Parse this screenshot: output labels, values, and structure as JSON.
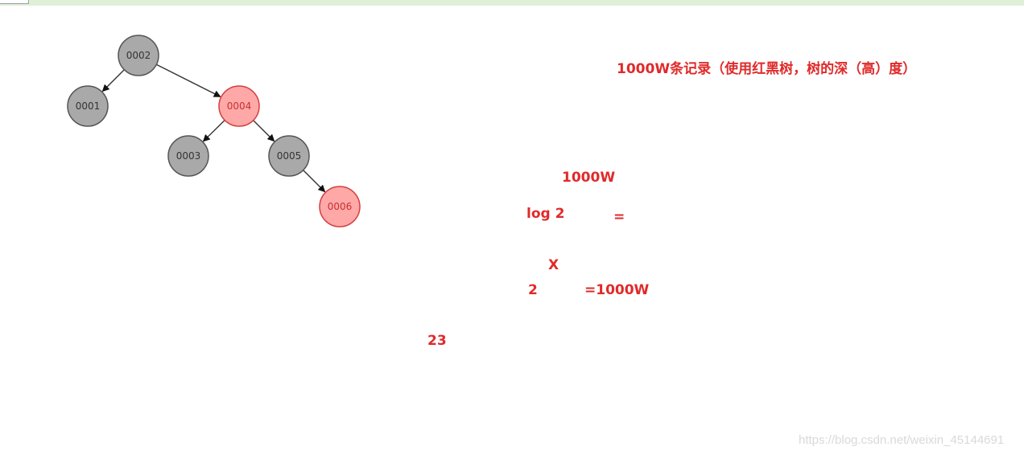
{
  "tree": {
    "nodes": [
      {
        "id": "n0002",
        "label": "0002",
        "color": "black"
      },
      {
        "id": "n0001",
        "label": "0001",
        "color": "black"
      },
      {
        "id": "n0004",
        "label": "0004",
        "color": "red"
      },
      {
        "id": "n0003",
        "label": "0003",
        "color": "black"
      },
      {
        "id": "n0005",
        "label": "0005",
        "color": "black"
      },
      {
        "id": "n0006",
        "label": "0006",
        "color": "red"
      }
    ],
    "edges": [
      {
        "from": "n0002",
        "to": "n0001"
      },
      {
        "from": "n0002",
        "to": "n0004"
      },
      {
        "from": "n0004",
        "to": "n0003"
      },
      {
        "from": "n0004",
        "to": "n0005"
      },
      {
        "from": "n0005",
        "to": "n0006"
      }
    ],
    "colors": {
      "black_fill": "#a9a9a9",
      "black_stroke": "#555555",
      "black_text": "#333333",
      "red_fill": "#ffa8a8",
      "red_stroke": "#d43f3f",
      "red_text": "#c83030",
      "edge": "#333333"
    }
  },
  "notes": {
    "title": "1000W条记录（使用红黑树，树的深（高）度）",
    "n1000w": "1000W",
    "log2": "log 2",
    "equals": "=",
    "x": "X",
    "two": "2",
    "eq1000w": "=1000W",
    "n23": "23",
    "accent": "#e02a2a"
  },
  "watermark": "https://blog.csdn.net/weixin_45144691"
}
